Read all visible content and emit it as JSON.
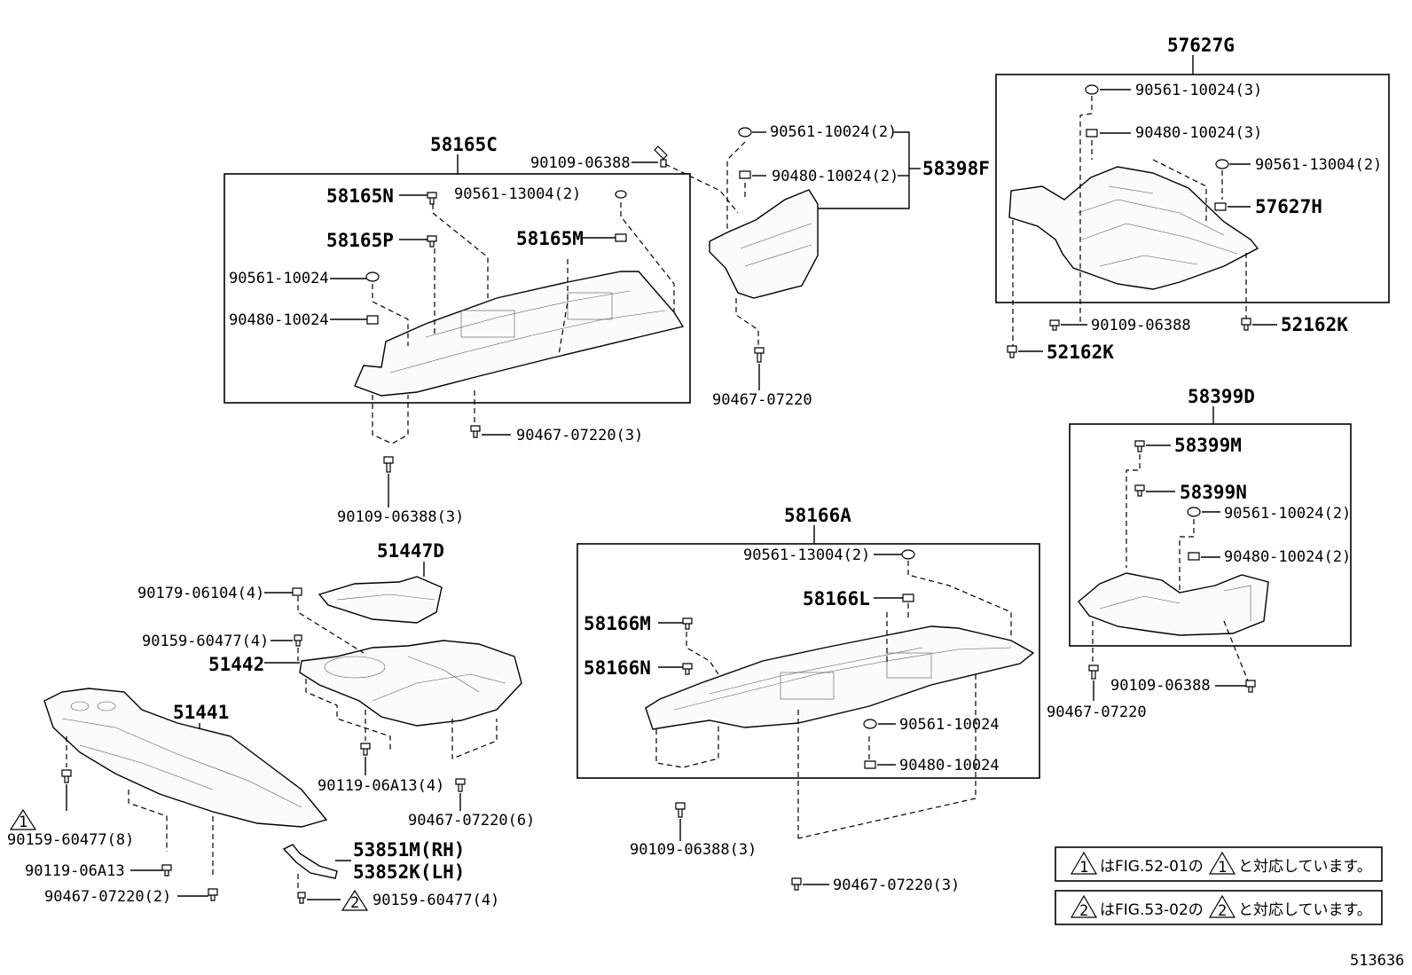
{
  "diagram_id": "513636",
  "groups": {
    "g58165C": {
      "header": "58165C",
      "labels": {
        "n": "58165N",
        "p": "58165P",
        "m": "58165M",
        "clip13004": "90561-13004(2)",
        "clip10024": "90561-10024",
        "nut10024": "90480-10024"
      }
    },
    "g58398F": {
      "header": "58398F",
      "labels": {
        "clip10024": "90561-10024(2)",
        "nut10024": "90480-10024(2)"
      }
    },
    "g57627G": {
      "header": "57627G",
      "labels": {
        "clip10024": "90561-10024(3)",
        "nut10024": "90480-10024(3)",
        "clip13004": "90561-13004(2)",
        "h": "57627H",
        "bolt06388": "90109-06388",
        "k_right": "52162K"
      }
    },
    "g58399D": {
      "header": "58399D",
      "labels": {
        "m": "58399M",
        "n": "58399N",
        "clip10024": "90561-10024(2)",
        "nut10024": "90480-10024(2)"
      }
    },
    "g58166A": {
      "header": "58166A",
      "labels": {
        "clip13004": "90561-13004(2)",
        "l": "58166L",
        "m": "58166M",
        "n": "58166N",
        "clip10024": "90561-10024",
        "nut10024": "90480-10024"
      }
    }
  },
  "loose_labels": {
    "bolt06388_top": "90109-06388",
    "screw07220_3_a": "90467-07220(3)",
    "bolt06388_3_a": "90109-06388(3)",
    "screw07220_mid": "90467-07220",
    "k_left": "52162K",
    "p51447D": "51447D",
    "clip06104": "90179-06104(4)",
    "clip60477_4a": "90159-60477(4)",
    "p51442": "51442",
    "p51441": "51441",
    "screw06A13_4": "90119-06A13(4)",
    "screw07220_6": "90467-07220(6)",
    "clip60477_8": "90159-60477(8)",
    "screw06A13": "90119-06A13",
    "screw07220_2": "90467-07220(2)",
    "p53851M": "53851M(RH)",
    "p53852K": "53852K(LH)",
    "clip60477_4b": "90159-60477(4)",
    "bolt06388_3_b": "90109-06388(3)",
    "screw07220_3_b": "90467-07220(3)",
    "screw07220_r": "90467-07220",
    "bolt06388_r": "90109-06388"
  },
  "markers": {
    "m1": "1",
    "m2": "2"
  },
  "notes": [
    {
      "marker": "1",
      "before": "は",
      "ref": "FIG.52-01",
      "mid": "の",
      "after": "と対応しています。"
    },
    {
      "marker": "2",
      "before": "は",
      "ref": "FIG.53-02",
      "mid": "の",
      "after": "と対応しています。"
    }
  ]
}
